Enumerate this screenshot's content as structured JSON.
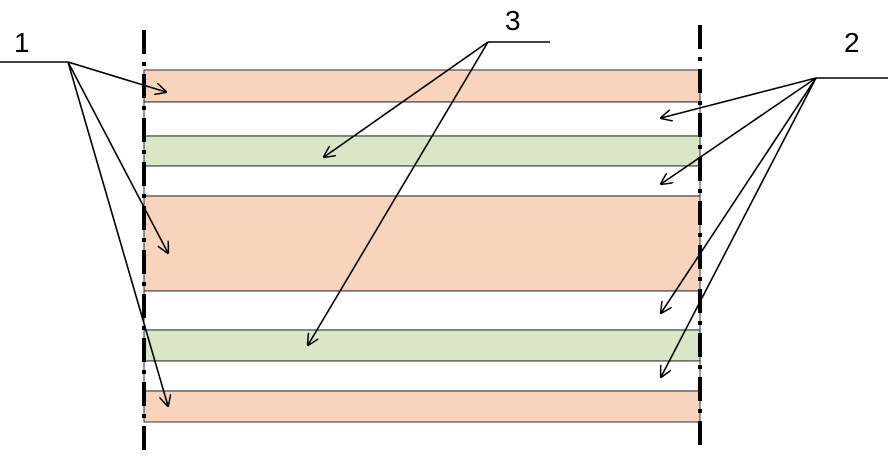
{
  "labels": {
    "left": "1",
    "top": "3",
    "right": "2"
  },
  "colors": {
    "orange_band": "#f9d4bd",
    "green_band": "#d9e7c7",
    "white_band": "#ffffff",
    "line": "#000000"
  },
  "layers": [
    {
      "name": "layer-1",
      "kind": "orange"
    },
    {
      "name": "layer-2",
      "kind": "white"
    },
    {
      "name": "layer-3",
      "kind": "green"
    },
    {
      "name": "layer-4",
      "kind": "white"
    },
    {
      "name": "layer-5",
      "kind": "orange"
    },
    {
      "name": "layer-6",
      "kind": "white"
    },
    {
      "name": "layer-7",
      "kind": "green"
    },
    {
      "name": "layer-8",
      "kind": "white"
    },
    {
      "name": "layer-9",
      "kind": "orange"
    }
  ]
}
